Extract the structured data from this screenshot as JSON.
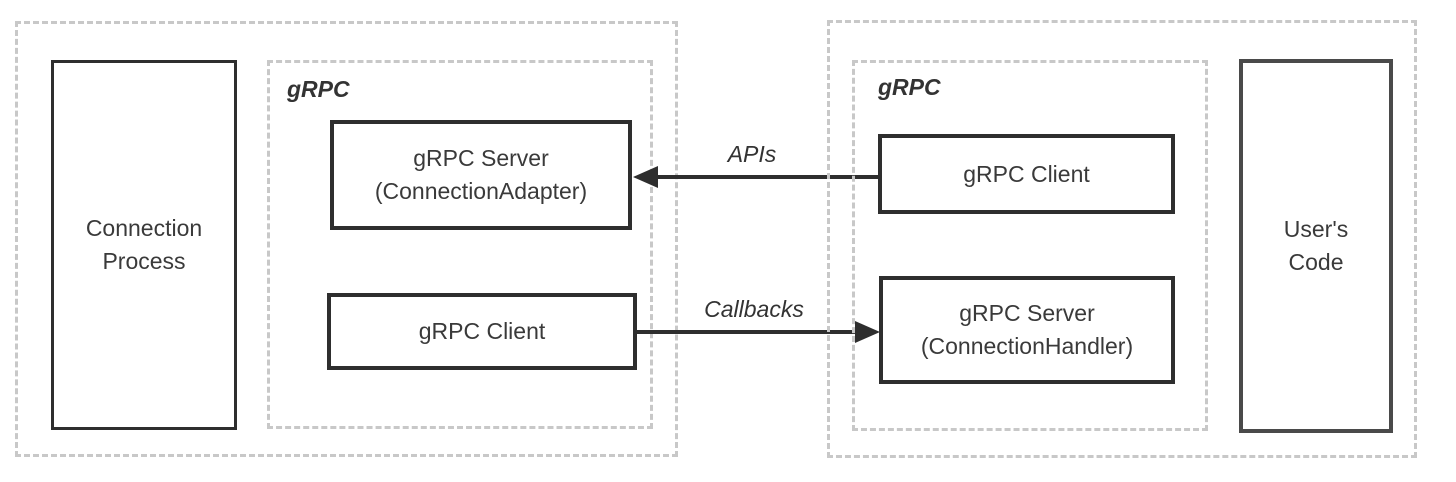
{
  "diagram": {
    "type": "architecture-diagram",
    "left_group": {
      "process_box": {
        "lines": [
          "Connection",
          "Process"
        ]
      },
      "grpc_boundary": {
        "label": "gRPC",
        "server_box": {
          "lines": [
            "gRPC Server",
            "(ConnectionAdapter)"
          ]
        },
        "client_box": {
          "label": "gRPC Client"
        }
      }
    },
    "arrows": {
      "apis": {
        "label": "APIs",
        "direction": "right-to-left"
      },
      "callbacks": {
        "label": "Callbacks",
        "direction": "left-to-right"
      }
    },
    "right_group": {
      "grpc_boundary": {
        "label": "gRPC",
        "client_box": {
          "label": "gRPC Client"
        },
        "server_box": {
          "lines": [
            "gRPC Server",
            "(ConnectionHandler)"
          ]
        }
      },
      "users_code_box": {
        "lines": [
          "User's",
          "Code"
        ]
      }
    },
    "colors": {
      "background": "#ffffff",
      "dashed_boundary": "#c8c8c8",
      "solid_border": "#2e2e2e",
      "users_code_border": "#4a4a4a",
      "arrow": "#2e2e2e",
      "text": "#383838"
    }
  }
}
